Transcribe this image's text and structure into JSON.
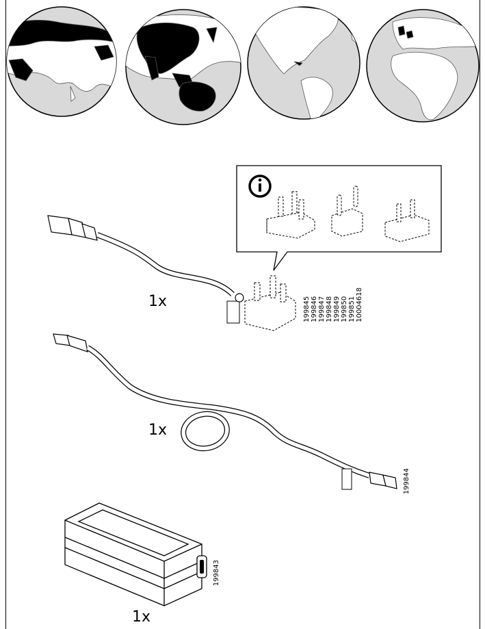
{
  "globes": [
    {
      "icon": "globe-asia-middle-east"
    },
    {
      "icon": "globe-asia-pacific"
    },
    {
      "icon": "globe-americas"
    },
    {
      "icon": "globe-europe-africa"
    }
  ],
  "info_box": {
    "icon": "info-icon",
    "glyph": "i"
  },
  "items": [
    {
      "quantity": "1x",
      "article_numbers": [
        "199845",
        "199846",
        "199847",
        "199848",
        "199849",
        "199850",
        "199851",
        "10004618"
      ],
      "icon": "plug-cable-icon"
    },
    {
      "quantity": "1x",
      "article_numbers": [
        "199844"
      ],
      "icon": "extension-cable-icon"
    },
    {
      "quantity": "1x",
      "article_numbers": [
        "199843"
      ],
      "icon": "power-adapter-icon"
    }
  ]
}
